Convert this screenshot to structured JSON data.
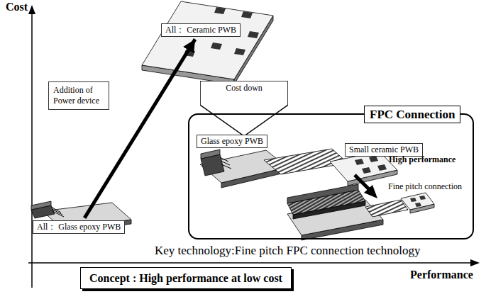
{
  "diagram": {
    "nodes": [
      {
        "text": [
          "All： Ceramic PWB"
        ]
      },
      {
        "text": [
          "Cost down"
        ]
      },
      {
        "text": [
          "FPC Connection"
        ]
      },
      {
        "text": [
          "Glass epoxy PWB"
        ],
        "in": 2
      },
      {
        "text": [
          "Small ceramic PWB"
        ],
        "in": 2
      },
      {
        "text": [
          "Addition of Power device"
        ]
      },
      {
        "text": [
          "All： Glass epoxy PWB"
        ]
      },
      {
        "text": [
          "Concept : High performance at low cost"
        ]
      }
    ],
    "edges": [
      {
        "from": 6,
        "to": 0,
        "arrow": "to"
      }
    ],
    "labels": [
      "Cost",
      "High performance",
      "Fine pitch connection",
      "Key technology:Fine pitch FPC connection technology",
      "Performance"
    ]
  }
}
